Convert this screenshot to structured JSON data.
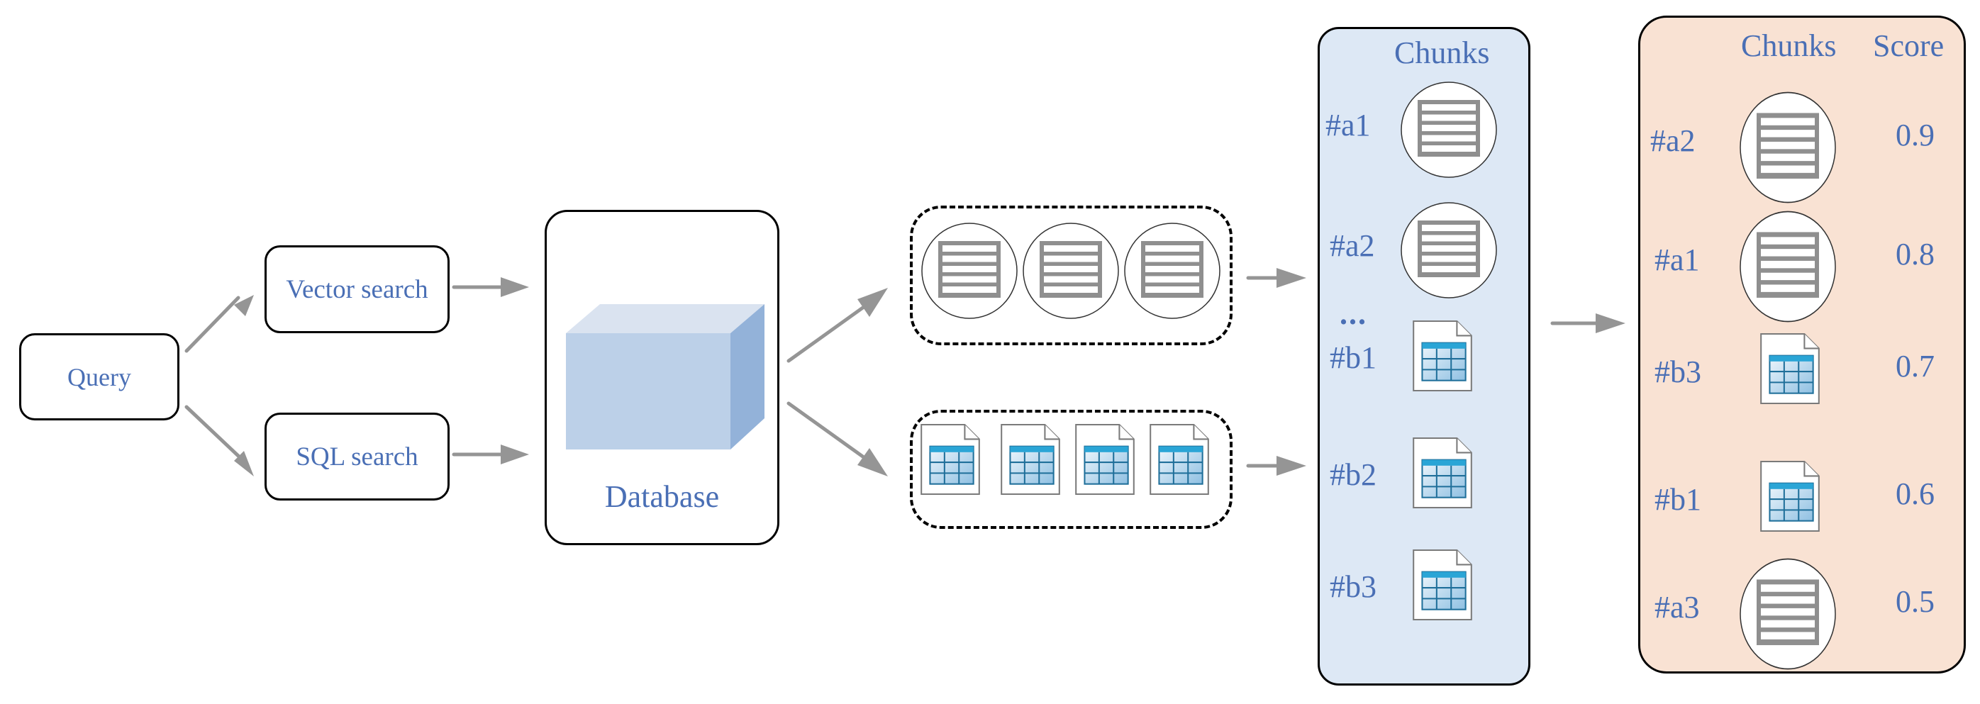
{
  "colors": {
    "text_blue": "#4a6fb5",
    "arrow_gray": "#959595",
    "chunks_panel_bg": "#dde8f5",
    "score_panel_bg": "#f9e2d3",
    "cube_front": "#bcd0e8",
    "cube_top": "#dae3f0",
    "cube_side": "#93b2d9",
    "table_header": "#2aa5d6",
    "table_border": "#1f6f9a"
  },
  "nodes": {
    "query": "Query",
    "vector_search": "Vector search",
    "sql_search": "SQL search",
    "database": "Database"
  },
  "retrieved": {
    "text_chunks": [
      {
        "icon": "text-chunk-icon"
      },
      {
        "icon": "text-chunk-icon"
      },
      {
        "icon": "text-chunk-icon"
      }
    ],
    "table_chunks": [
      {
        "icon": "table-document-icon"
      },
      {
        "icon": "table-document-icon"
      },
      {
        "icon": "table-document-icon"
      },
      {
        "icon": "table-document-icon"
      }
    ]
  },
  "chunks_panel": {
    "header": "Chunks",
    "ellipsis": "...",
    "items": [
      {
        "id": "#a1",
        "type": "text",
        "icon": "text-chunk-icon"
      },
      {
        "id": "#a2",
        "type": "text",
        "icon": "text-chunk-icon"
      },
      {
        "id": "#b1",
        "type": "table",
        "icon": "table-document-icon"
      },
      {
        "id": "#b2",
        "type": "table",
        "icon": "table-document-icon"
      },
      {
        "id": "#b3",
        "type": "table",
        "icon": "table-document-icon"
      }
    ]
  },
  "score_panel": {
    "header_chunks": "Chunks",
    "header_score": "Score",
    "items": [
      {
        "id": "#a2",
        "type": "text",
        "icon": "text-chunk-icon",
        "score": "0.9"
      },
      {
        "id": "#a1",
        "type": "text",
        "icon": "text-chunk-icon",
        "score": "0.8"
      },
      {
        "id": "#b3",
        "type": "table",
        "icon": "table-document-icon",
        "score": "0.7"
      },
      {
        "id": "#b1",
        "type": "table",
        "icon": "table-document-icon",
        "score": "0.6"
      },
      {
        "id": "#a3",
        "type": "text",
        "icon": "text-chunk-icon",
        "score": "0.5"
      }
    ]
  }
}
